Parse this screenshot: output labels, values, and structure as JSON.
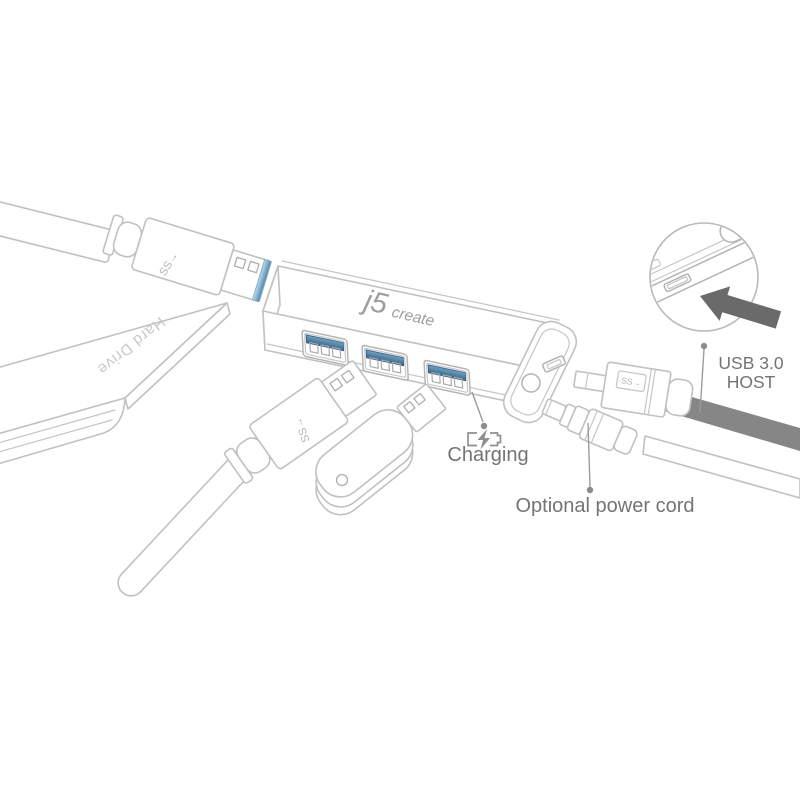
{
  "illustration": {
    "background_color": "#ffffff",
    "brand": {
      "logo_main": "j5",
      "logo_sub": "create"
    },
    "labels": {
      "hard_drive": "Hard Drive",
      "charging": "Charging",
      "usb_host_line1": "USB 3.0",
      "usb_host_line2": "HOST",
      "optional_power_cord": "Optional power cord",
      "usb3_speed_mark": "SS→"
    },
    "icons": [
      {
        "name": "battery-charging-icon",
        "meaning": "charging-capable USB port indicator"
      },
      {
        "name": "insert-arrow-icon",
        "meaning": "insert host cable into laptop USB 3.0 port"
      }
    ],
    "colors": {
      "outline_gray": "#c1c1c1",
      "label_text_gray": "#747474",
      "usb3_port_blue": "#3a6488",
      "usb3_tip_blue": "#4e87ac",
      "arrow_gray": "#6a6a6a",
      "host_cable_gray": "#868686",
      "logo_gray": "#9e9e9e"
    },
    "components": [
      "external hard drive with USB 3.0 cable",
      "j5create 3-port USB 3.0 hub",
      "USB cable plug",
      "USB flash drive",
      "USB 3.0 micro-B host cable",
      "DC power barrel connector",
      "laptop USB port inset"
    ]
  }
}
